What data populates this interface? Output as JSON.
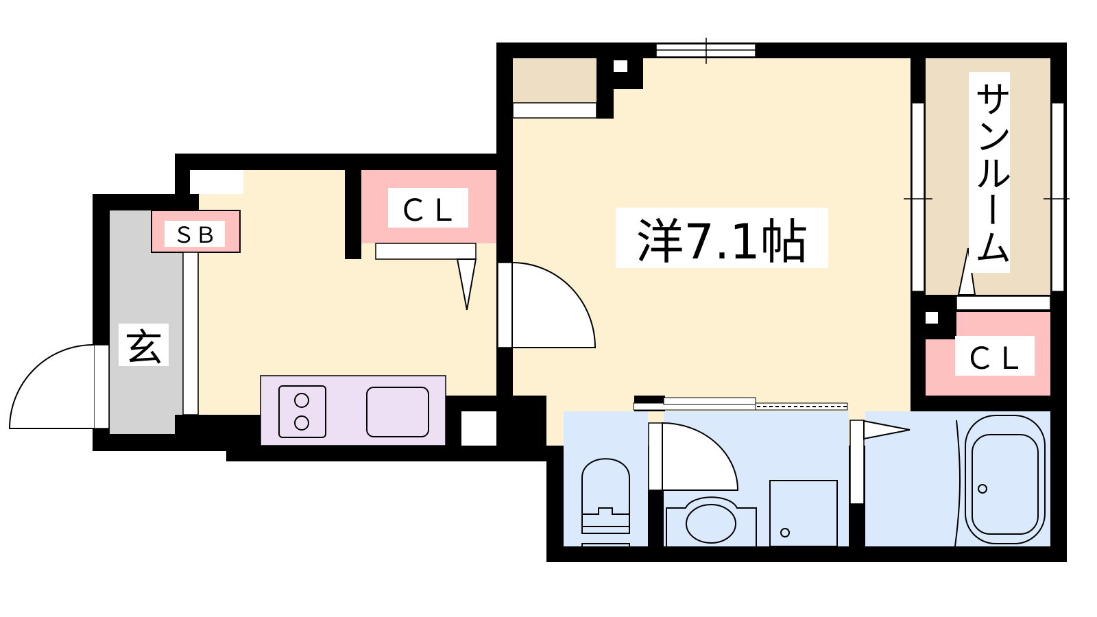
{
  "floorplan": {
    "main_room": "洋7.1帖",
    "sunroom": "サンルーム",
    "closet_left": "ＣＬ",
    "closet_right": "ＣＬ",
    "shoe_box": "ＳＢ",
    "entrance": "玄"
  },
  "colors": {
    "room": "#FDF1D2",
    "storage": "#EEDEC4",
    "closet": "#FFC0C0",
    "entrance": "#D3D3D3",
    "kitchen": "#EDE0F5",
    "wet": "#DAEAFC",
    "wall": "#000000"
  }
}
